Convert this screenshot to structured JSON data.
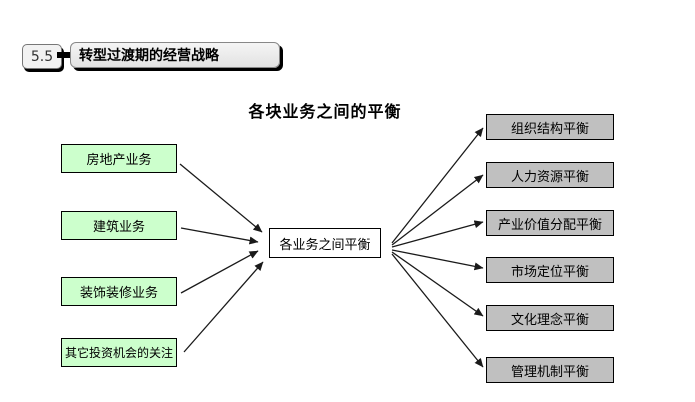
{
  "header": {
    "section_number": "5.5",
    "section_title": "转型过渡期的经营战略"
  },
  "diagram": {
    "title": "各块业务之间的平衡",
    "left_nodes": [
      {
        "id": "left-0",
        "label": "房地产业务"
      },
      {
        "id": "left-1",
        "label": "建筑业务"
      },
      {
        "id": "left-2",
        "label": "装饰装修业务"
      },
      {
        "id": "left-3",
        "label": "其它投资机会的关注"
      }
    ],
    "center_node": {
      "id": "center",
      "label": "各业务之间平衡"
    },
    "right_nodes": [
      {
        "id": "right-0",
        "label": "组织结构平衡"
      },
      {
        "id": "right-1",
        "label": "人力资源平衡"
      },
      {
        "id": "right-2",
        "label": "产业价值分配平衡"
      },
      {
        "id": "right-3",
        "label": "市场定位平衡"
      },
      {
        "id": "right-4",
        "label": "文化理念平衡"
      },
      {
        "id": "right-5",
        "label": "管理机制平衡"
      }
    ],
    "edges": [
      {
        "from": "left-0",
        "to": "center"
      },
      {
        "from": "left-1",
        "to": "center"
      },
      {
        "from": "left-2",
        "to": "center"
      },
      {
        "from": "left-3",
        "to": "center"
      },
      {
        "from": "center",
        "to": "right-0"
      },
      {
        "from": "center",
        "to": "right-1"
      },
      {
        "from": "center",
        "to": "right-2"
      },
      {
        "from": "center",
        "to": "right-3"
      },
      {
        "from": "center",
        "to": "right-4"
      },
      {
        "from": "center",
        "to": "right-5"
      }
    ],
    "colors": {
      "left_node_fill": "#ccffcc",
      "center_node_fill": "#ffffff",
      "right_node_fill": "#c0c0c0",
      "node_border": "#000000",
      "arrow": "#1a1a1a"
    }
  }
}
